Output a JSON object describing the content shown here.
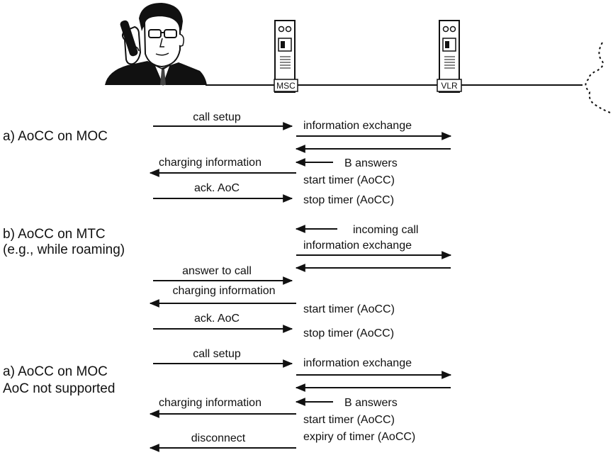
{
  "devices": {
    "msc": "MSC",
    "vlr": "VLR"
  },
  "sections": [
    {
      "title": [
        "a) AoCC on MOC"
      ],
      "messages": [
        "call setup",
        "information exchange",
        "charging information",
        "B answers",
        "start timer (AoCC)",
        "ack. AoC",
        "stop timer (AoCC)"
      ]
    },
    {
      "title": [
        "b) AoCC on MTC",
        "(e.g., while roaming)"
      ],
      "messages": [
        "incoming call",
        "information exchange",
        "answer to call",
        "charging information",
        "start timer (AoCC)",
        "ack. AoC",
        "stop timer (AoCC)"
      ]
    },
    {
      "title": [
        "a) AoCC on MOC",
        "AoC not supported"
      ],
      "messages": [
        "call setup",
        "information exchange",
        "B answers",
        "charging information",
        "start timer (AoCC)",
        "expiry of timer (AoCC)",
        "disconnect"
      ]
    }
  ]
}
